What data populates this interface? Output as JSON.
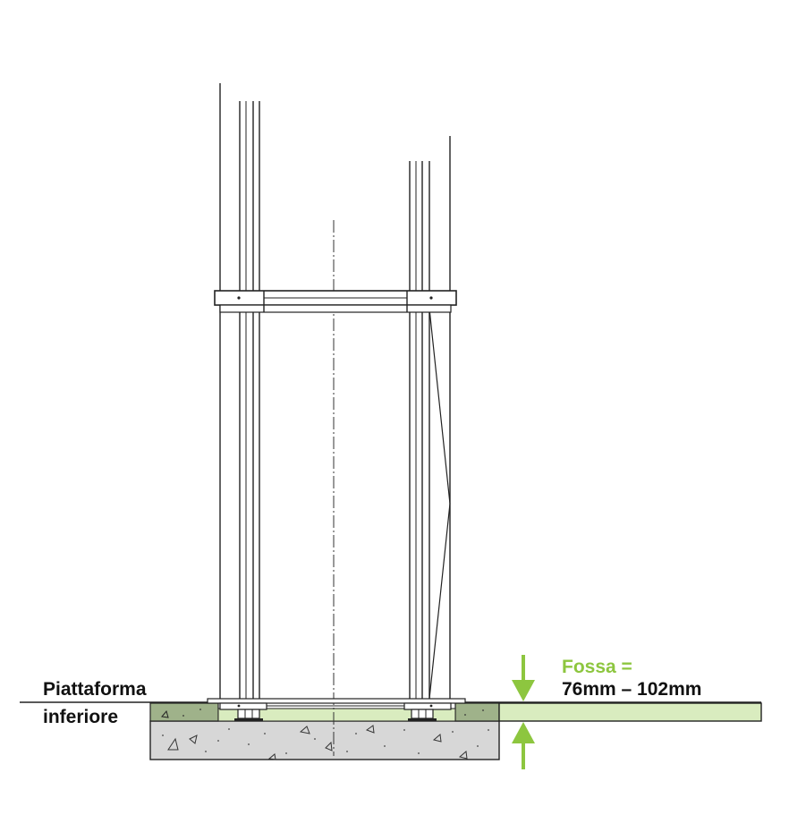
{
  "labels": {
    "lower_platform_line1": "Piattaforma",
    "lower_platform_line2": "inferiore",
    "pit_title": "Fossa =",
    "pit_value": "76mm – 102mm"
  },
  "colors": {
    "accent_green": "#8dc63f",
    "pale_green_fill": "#d9ecbf",
    "grass_fill": "#9fb28a",
    "concrete_fill": "#d7d7d7",
    "line": "#222222"
  },
  "icons": {
    "pit_dimension_top": "arrow-down-icon",
    "pit_dimension_bottom": "arrow-up-icon"
  }
}
